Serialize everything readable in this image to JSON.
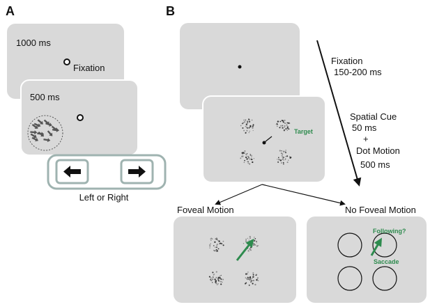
{
  "panel_a": {
    "letter": "A",
    "screen1_time": "1000 ms",
    "screen1_label": "Fixation",
    "screen2_time": "500 ms",
    "response_label": "Left or Right"
  },
  "panel_b": {
    "letter": "B",
    "timeline_fixation": "Fixation",
    "timeline_fixation_time": "150-200 ms",
    "timeline_cue": "Spatial Cue",
    "timeline_cue_time": "50 ms",
    "timeline_plus": "+",
    "timeline_motion": "Dot Motion",
    "timeline_motion_time": "500 ms",
    "target_label": "Target",
    "condition_left": "Foveal Motion",
    "condition_right": "No Foveal Motion",
    "following_label": "Following?",
    "saccade_label": "Saccade"
  },
  "colors": {
    "screen": "#d9d9d9",
    "dark": "#111111",
    "green": "#2e8b4e",
    "response_box": "#9fb3b0"
  }
}
